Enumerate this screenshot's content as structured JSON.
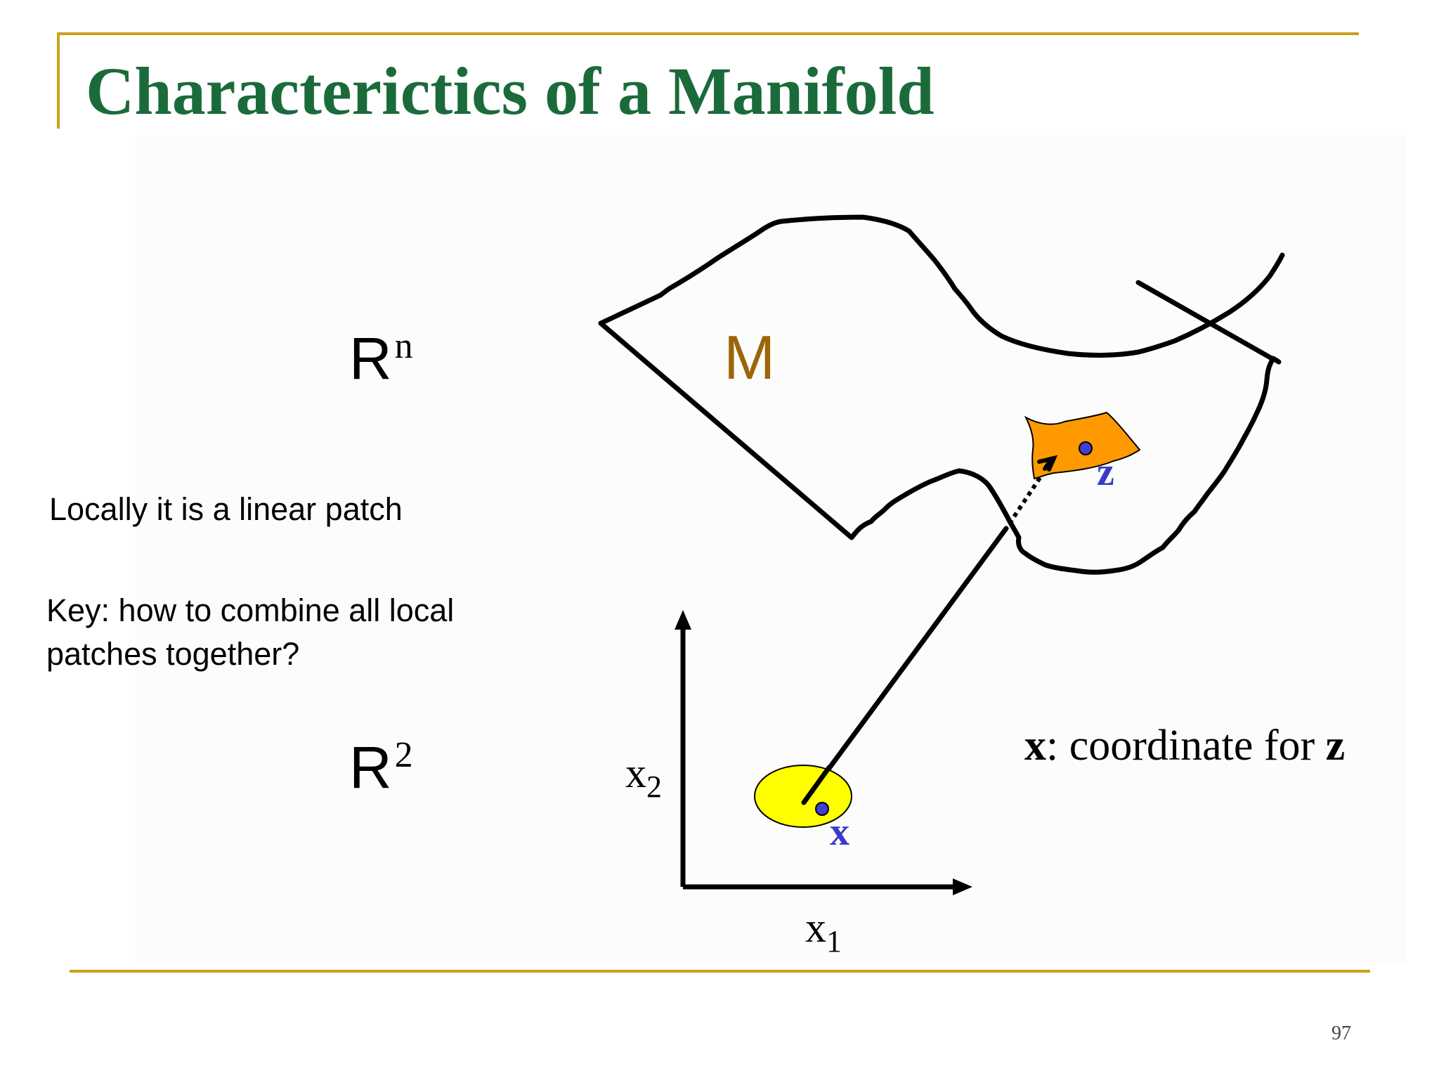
{
  "title": "Characterictics of a Manifold",
  "labels": {
    "rn_base": "R",
    "rn_sup": "n",
    "r2_base": "R",
    "r2_sup": "2",
    "manifold": "M",
    "point_z": "z",
    "point_x": "x",
    "axis_x1_base": "x",
    "axis_x1_sub": "1",
    "axis_x2_base": "x",
    "axis_x2_sub": "2"
  },
  "text": {
    "locally": "Locally it is a linear patch",
    "key_line1": "Key: how to combine all local",
    "key_line2": "patches together?"
  },
  "caption": {
    "bold_x": "x",
    "middle": ": coordinate for ",
    "bold_z": "z"
  },
  "page_number": "97",
  "colors": {
    "title": "#1b6b3a",
    "rule": "#c9a21b",
    "manifold_label": "#9c6508",
    "patch_fill": "#ff9900",
    "ellipse_fill": "#ffff00",
    "point_fill": "#3f3fd0",
    "point_label": "#3a3ac8"
  }
}
